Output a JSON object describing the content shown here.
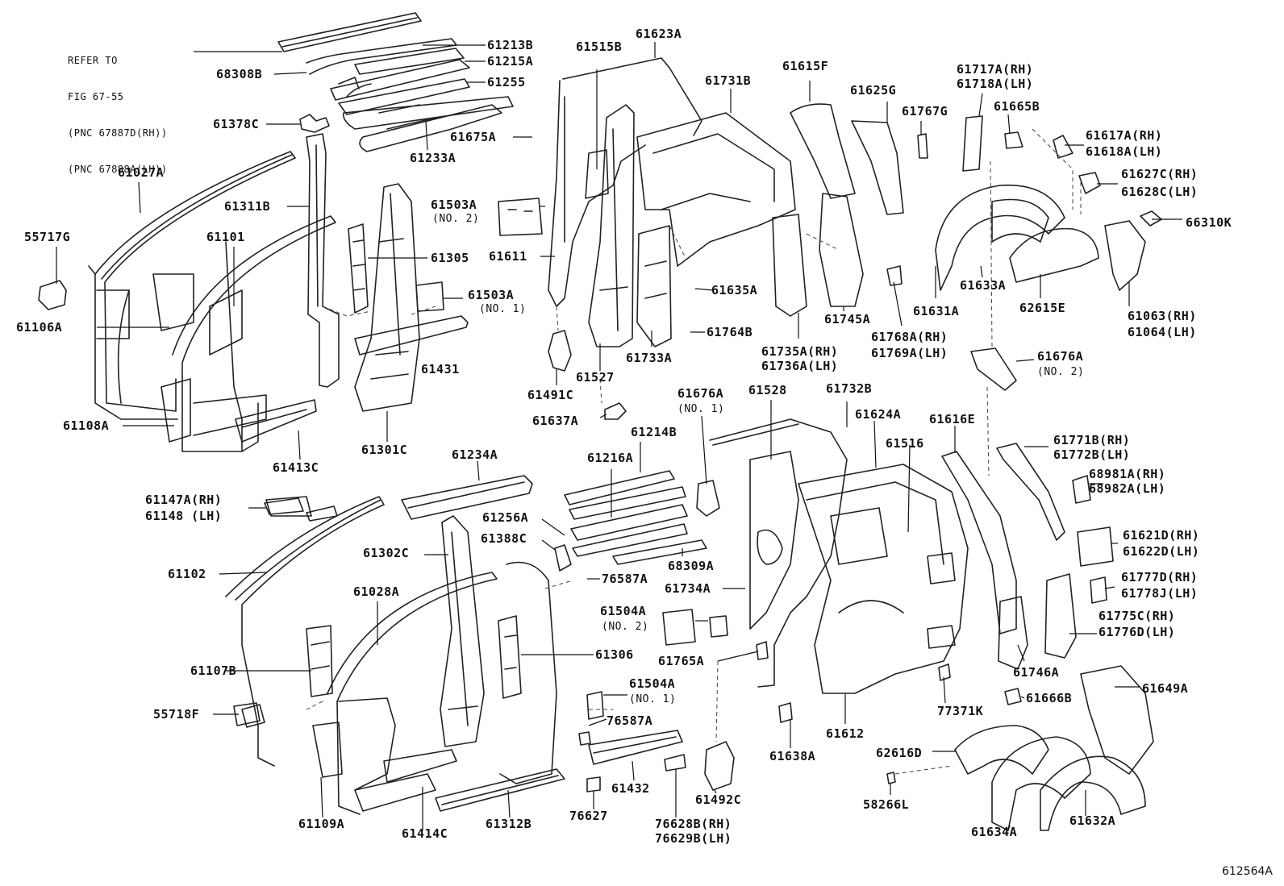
{
  "diagram": {
    "figure_code": "612564A",
    "reference_note": {
      "lines": [
        "REFER TO",
        "FIG 67-55",
        "(PNC 67887D(RH))",
        "(PNC 67888A(LH))"
      ]
    },
    "labels": [
      {
        "id": "l68308B",
        "text": "68308B"
      },
      {
        "id": "l61213B",
        "text": "61213B"
      },
      {
        "id": "l61215A",
        "text": "61215A"
      },
      {
        "id": "l61255",
        "text": "61255"
      },
      {
        "id": "l61378C",
        "text": "61378C"
      },
      {
        "id": "l61233A",
        "text": "61233A"
      },
      {
        "id": "l61027A",
        "text": "61027A"
      },
      {
        "id": "l61311B",
        "text": "61311B"
      },
      {
        "id": "l55717G",
        "text": "55717G"
      },
      {
        "id": "l61101",
        "text": "61101"
      },
      {
        "id": "l61305",
        "text": "61305"
      },
      {
        "id": "l61503A2",
        "text": "61503A"
      },
      {
        "id": "l61503A2n",
        "text": "(NO. 2)",
        "sub": true
      },
      {
        "id": "l61503A1",
        "text": "61503A"
      },
      {
        "id": "l61503A1n",
        "text": "(NO. 1)",
        "sub": true
      },
      {
        "id": "l61106A",
        "text": "61106A"
      },
      {
        "id": "l61431",
        "text": "61431"
      },
      {
        "id": "l61108A",
        "text": "61108A"
      },
      {
        "id": "l61413C",
        "text": "61413C"
      },
      {
        "id": "l61301C",
        "text": "61301C"
      },
      {
        "id": "l61515B",
        "text": "61515B"
      },
      {
        "id": "l61623A",
        "text": "61623A"
      },
      {
        "id": "l61675A",
        "text": "61675A"
      },
      {
        "id": "l61611",
        "text": "61611"
      },
      {
        "id": "l61731B",
        "text": "61731B"
      },
      {
        "id": "l61615F",
        "text": "61615F"
      },
      {
        "id": "l61625G",
        "text": "61625G"
      },
      {
        "id": "l61767G",
        "text": "61767G"
      },
      {
        "id": "l61717A",
        "text": "61717A(RH)"
      },
      {
        "id": "l61718A",
        "text": "61718A(LH)"
      },
      {
        "id": "l61665B",
        "text": "61665B"
      },
      {
        "id": "l61617A",
        "text": "61617A(RH)"
      },
      {
        "id": "l61618A",
        "text": "61618A(LH)"
      },
      {
        "id": "l61627C",
        "text": "61627C(RH)"
      },
      {
        "id": "l61628C",
        "text": "61628C(LH)"
      },
      {
        "id": "l66310K",
        "text": "66310K"
      },
      {
        "id": "l61635A",
        "text": "61635A"
      },
      {
        "id": "l61633A",
        "text": "61633A"
      },
      {
        "id": "l61631A",
        "text": "61631A"
      },
      {
        "id": "l62615E",
        "text": "62615E"
      },
      {
        "id": "l61745A",
        "text": "61745A"
      },
      {
        "id": "l61063",
        "text": "61063(RH)"
      },
      {
        "id": "l61064",
        "text": "61064(LH)"
      },
      {
        "id": "l61764B",
        "text": "61764B"
      },
      {
        "id": "l61733A",
        "text": "61733A"
      },
      {
        "id": "l61735A",
        "text": "61735A(RH)"
      },
      {
        "id": "l61736A",
        "text": "61736A(LH)"
      },
      {
        "id": "l61768A",
        "text": "61768A(RH)"
      },
      {
        "id": "l61769A",
        "text": "61769A(LH)"
      },
      {
        "id": "l61676A2",
        "text": "61676A"
      },
      {
        "id": "l61676A2n",
        "text": "(NO. 2)",
        "sub": true
      },
      {
        "id": "l61527",
        "text": "61527"
      },
      {
        "id": "l61491C",
        "text": "61491C"
      },
      {
        "id": "l61637A",
        "text": "61637A"
      },
      {
        "id": "l61676A1",
        "text": "61676A"
      },
      {
        "id": "l61676A1n",
        "text": "(NO. 1)",
        "sub": true
      },
      {
        "id": "l61528",
        "text": "61528"
      },
      {
        "id": "l61732B",
        "text": "61732B"
      },
      {
        "id": "l61624A",
        "text": "61624A"
      },
      {
        "id": "l61616E",
        "text": "61616E"
      },
      {
        "id": "l61516",
        "text": "61516"
      },
      {
        "id": "l61214B",
        "text": "61214B"
      },
      {
        "id": "l61216A",
        "text": "61216A"
      },
      {
        "id": "l61234A",
        "text": "61234A"
      },
      {
        "id": "l61771B",
        "text": "61771B(RH)"
      },
      {
        "id": "l61772B",
        "text": "61772B(LH)"
      },
      {
        "id": "l68981A",
        "text": "68981A(RH)"
      },
      {
        "id": "l68982A",
        "text": "68982A(LH)"
      },
      {
        "id": "l61147A",
        "text": "61147A(RH)"
      },
      {
        "id": "l61148",
        "text": "61148  (LH)"
      },
      {
        "id": "l61256A",
        "text": "61256A"
      },
      {
        "id": "l61388C",
        "text": "61388C"
      },
      {
        "id": "l61302C",
        "text": "61302C"
      },
      {
        "id": "l68309A",
        "text": "68309A"
      },
      {
        "id": "l61621D",
        "text": "61621D(RH)"
      },
      {
        "id": "l61622D",
        "text": "61622D(LH)"
      },
      {
        "id": "l61102",
        "text": "61102"
      },
      {
        "id": "l76587A1",
        "text": "76587A"
      },
      {
        "id": "l61734A",
        "text": "61734A"
      },
      {
        "id": "l61777D",
        "text": "61777D(RH)"
      },
      {
        "id": "l61778J",
        "text": "61778J(LH)"
      },
      {
        "id": "l61028A",
        "text": "61028A"
      },
      {
        "id": "l61504A2",
        "text": "61504A"
      },
      {
        "id": "l61504A2n",
        "text": "(NO. 2)",
        "sub": true
      },
      {
        "id": "l61775C",
        "text": "61775C(RH)"
      },
      {
        "id": "l61776D",
        "text": "61776D(LH)"
      },
      {
        "id": "l61306",
        "text": "61306"
      },
      {
        "id": "l61765A",
        "text": "61765A"
      },
      {
        "id": "l61746A",
        "text": "61746A"
      },
      {
        "id": "l61107B",
        "text": "61107B"
      },
      {
        "id": "l61504A1",
        "text": "61504A"
      },
      {
        "id": "l61504A1n",
        "text": "(NO. 1)",
        "sub": true
      },
      {
        "id": "l61649A",
        "text": "61649A"
      },
      {
        "id": "l61666B",
        "text": "61666B"
      },
      {
        "id": "l55718F",
        "text": "55718F"
      },
      {
        "id": "l77371K",
        "text": "77371K"
      },
      {
        "id": "l76587A2",
        "text": "76587A"
      },
      {
        "id": "l61612",
        "text": "61612"
      },
      {
        "id": "l61638A",
        "text": "61638A"
      },
      {
        "id": "l62616D",
        "text": "62616D"
      },
      {
        "id": "l58266L",
        "text": "58266L"
      },
      {
        "id": "l61432",
        "text": "61432"
      },
      {
        "id": "l61492C",
        "text": "61492C"
      },
      {
        "id": "l61109A",
        "text": "61109A"
      },
      {
        "id": "l61414C",
        "text": "61414C"
      },
      {
        "id": "l61312B",
        "text": "61312B"
      },
      {
        "id": "l76627",
        "text": "76627"
      },
      {
        "id": "l76628B",
        "text": "76628B(RH)"
      },
      {
        "id": "l76629B",
        "text": "76629B(LH)"
      },
      {
        "id": "l61634A",
        "text": "61634A"
      },
      {
        "id": "l61632A",
        "text": "61632A"
      }
    ]
  }
}
